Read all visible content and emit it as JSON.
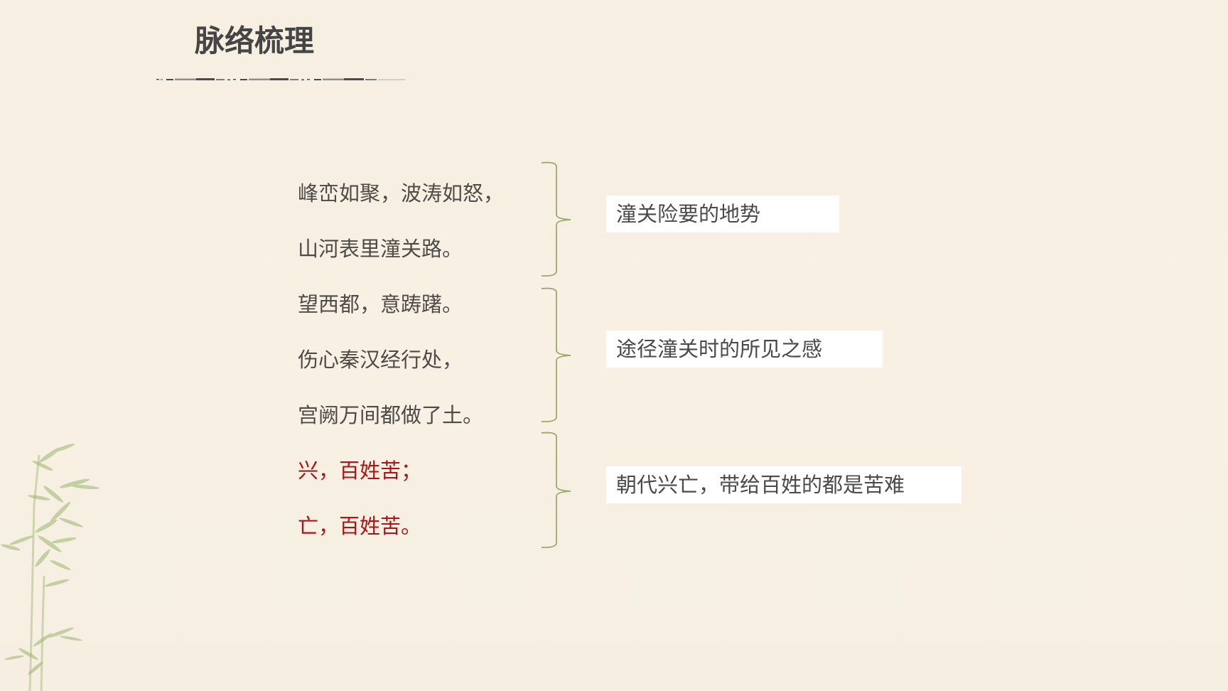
{
  "slide": {
    "title": "脉络梳理",
    "background_color": "#F7F0E2",
    "accent_red": "#B01313",
    "brace_color": "#9BA86E",
    "decoration": "bamboo-illustration"
  },
  "poem": {
    "lines": [
      {
        "text": "峰峦如聚，波涛如怒，",
        "color": "gray"
      },
      {
        "text": "山河表里潼关路。",
        "color": "gray"
      },
      {
        "text": "望西都，意踌躇。",
        "color": "gray"
      },
      {
        "text": "伤心秦汉经行处，",
        "color": "gray"
      },
      {
        "text": "宫阙万间都做了土。",
        "color": "gray"
      },
      {
        "text": "兴，百姓苦；",
        "color": "red"
      },
      {
        "text": "亡，百姓苦。",
        "color": "red"
      }
    ]
  },
  "summaries": [
    {
      "text": "潼关险要的地势",
      "covers_lines": [
        1,
        2
      ]
    },
    {
      "text": "途径潼关时的所见之感",
      "covers_lines": [
        3,
        4,
        5
      ]
    },
    {
      "text": "朝代兴亡，带给百姓的都是苦难",
      "covers_lines": [
        6,
        7
      ]
    }
  ]
}
